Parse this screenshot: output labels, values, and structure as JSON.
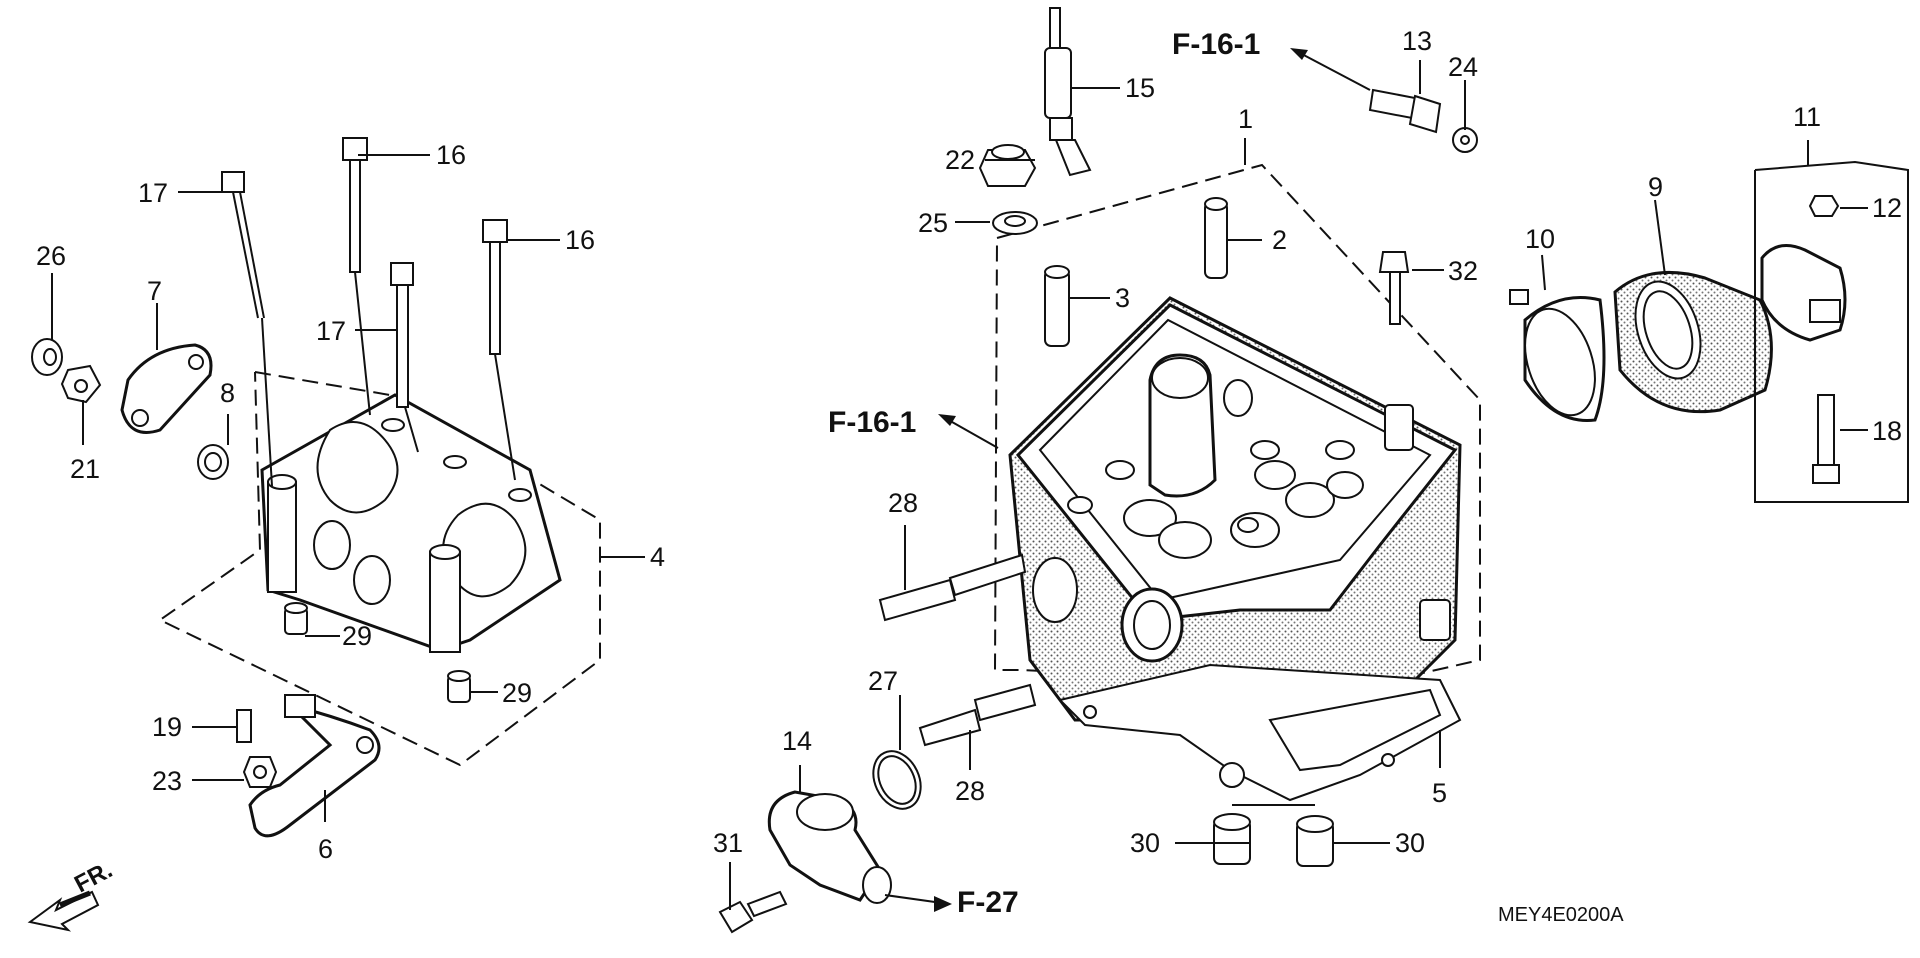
{
  "labels": {
    "p1": "1",
    "p2": "2",
    "p3": "3",
    "p4": "4",
    "p5": "5",
    "p6": "6",
    "p7": "7",
    "p8": "8",
    "p9": "9",
    "p10": "10",
    "p11": "11",
    "p12": "12",
    "p13": "13",
    "p14": "14",
    "p15": "15",
    "p16": "16",
    "p17": "17",
    "p18": "18",
    "p19": "19",
    "p21": "21",
    "p22": "22",
    "p23": "23",
    "p24": "24",
    "p25": "25",
    "p26": "26",
    "p27": "27",
    "p28": "28",
    "p29": "29",
    "p30": "30",
    "p31": "31",
    "p32": "32"
  },
  "refs": {
    "f16_top": "F-16-1",
    "f16_left": "F-16-1",
    "f27": "F-27"
  },
  "front_marker": "FR.",
  "diagram_code": "MEY4E0200A"
}
